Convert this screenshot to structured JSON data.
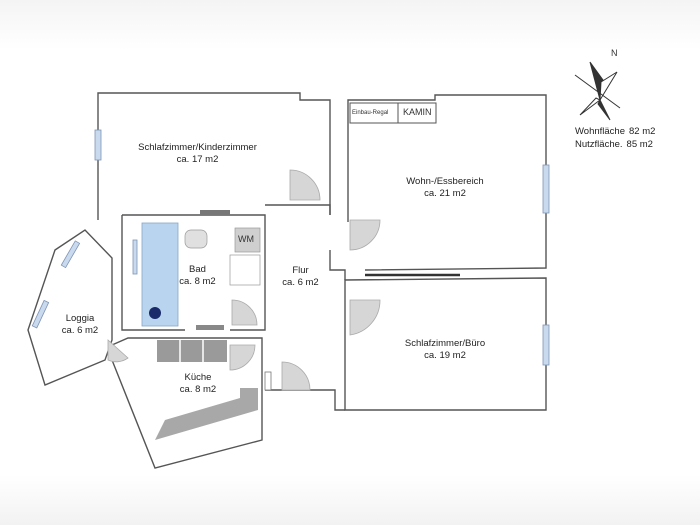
{
  "rooms": {
    "schlafzimmer_kinderzimmer": {
      "name": "Schlafzimmer/Kinderzimmer",
      "area": "ca. 17 m2"
    },
    "wohn_essbereich": {
      "name": "Wohn-/Essbereich",
      "area": "ca. 21 m2"
    },
    "bad": {
      "name": "Bad",
      "area": "ca. 8 m2"
    },
    "flur": {
      "name": "Flur",
      "area": "ca. 6 m2"
    },
    "loggia": {
      "name": "Loggia",
      "area": "ca. 6 m2"
    },
    "schlafzimmer_buero": {
      "name": "Schlafzimmer/Büro",
      "area": "ca. 19 m2"
    },
    "kueche": {
      "name": "Küche",
      "area": "ca. 8 m2"
    }
  },
  "fixtures": {
    "einbau_regal": "Einbau-Regal",
    "kamin": "KAMIN",
    "wm": "WM"
  },
  "stats": {
    "wohnflaeche_label": "Wohnfläche",
    "wohnflaeche_value": "82 m2",
    "nutzflaeche_label": "Nutzfläche.",
    "nutzflaeche_value": "85 m2"
  },
  "compass": {
    "north_label": "N"
  },
  "colors": {
    "wall": "#555555",
    "bath_tile": "#b9d4ee",
    "window": "#c9d9ee",
    "kitchen_counter": "#9a9a9a"
  }
}
